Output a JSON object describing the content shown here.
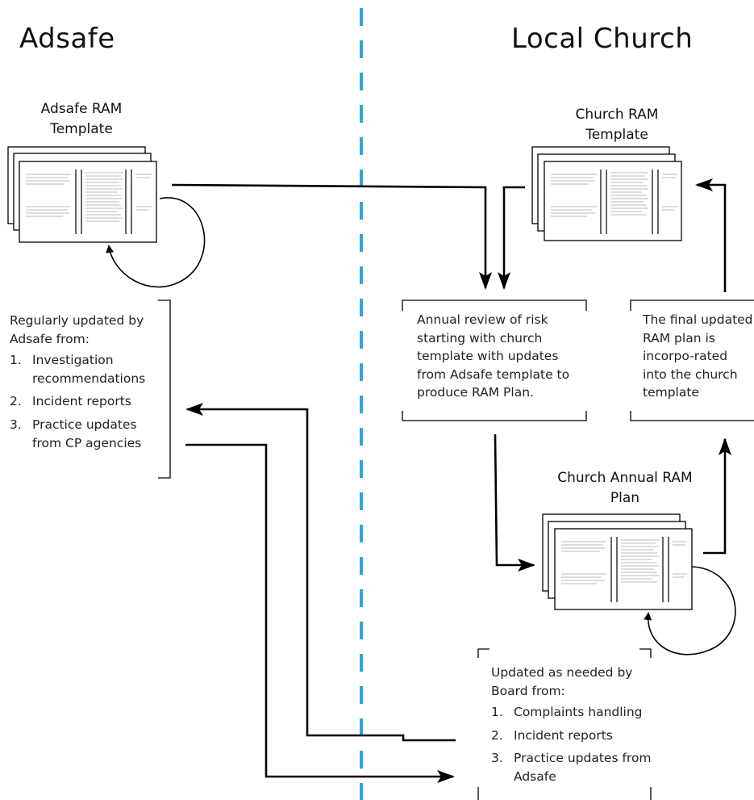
{
  "headings": {
    "left": "Adsafe",
    "right": "Local Church"
  },
  "documents": {
    "adsafe_template": "Adsafe RAM Template",
    "church_template": "Church RAM Template",
    "church_plan": "Church Annual RAM Plan"
  },
  "adsafe_box": {
    "intro": "Regularly updated by Adsafe from:",
    "items": [
      {
        "num": "1.",
        "text": "Investigation recommendations"
      },
      {
        "num": "2.",
        "text": "Incident reports"
      },
      {
        "num": "3.",
        "text": "Practice updates from CP agencies"
      }
    ]
  },
  "review_box": {
    "text": "Annual review of risk starting with church template with updates from Adsafe template to produce RAM Plan."
  },
  "final_box": {
    "text": "The final updated RAM plan is incorpo-rated into the church template"
  },
  "board_box": {
    "intro": "Updated as needed by Board from:",
    "items": [
      {
        "num": "1.",
        "text": "Complaints handling"
      },
      {
        "num": "2.",
        "text": "Incident reports"
      },
      {
        "num": "3.",
        "text": "Practice updates from Adsafe"
      }
    ]
  },
  "colors": {
    "divider": "#29a8e0",
    "ink": "#000000"
  }
}
